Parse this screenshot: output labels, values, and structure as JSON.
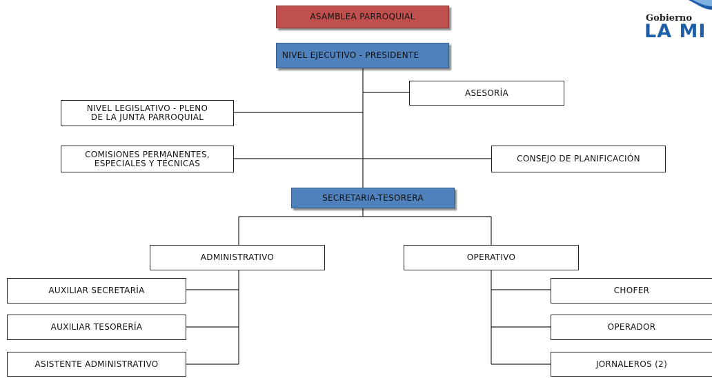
{
  "logo": {
    "line1": "Gobierno",
    "line2": "LA MI",
    "swoosh_color": "#1f5faa"
  },
  "colors": {
    "red_box": "#c0504d",
    "blue_box": "#4f81bd",
    "line": "#222222"
  },
  "org": {
    "asamblea": "ASAMBLEA PARROQUIAL",
    "ejecutivo": "NIVEL EJECUTIVO - PRESIDENTE",
    "asesoria": "ASESORÍA",
    "legislativo": "NIVEL LEGISLATIVO - PLENO\nDE LA JUNTA PARROQUIAL",
    "comisiones": "COMISIONES PERMANENTES,\nESPECIALES Y TÉCNICAS",
    "consejo": "CONSEJO DE PLANIFICACIÓN",
    "secretaria": "SECRETARIA-TESORERA",
    "administrativo": "ADMINISTRATIVO",
    "operativo": "OPERATIVO",
    "aux_secretaria": "AUXILIAR SECRETARÍA",
    "aux_tesoreria": "AUXILIAR TESORERÍA",
    "asistente": "ASISTENTE ADMINISTRATIVO",
    "chofer": "CHOFER",
    "operador": "OPERADOR",
    "jornaleros": "JORNALEROS (2)"
  }
}
